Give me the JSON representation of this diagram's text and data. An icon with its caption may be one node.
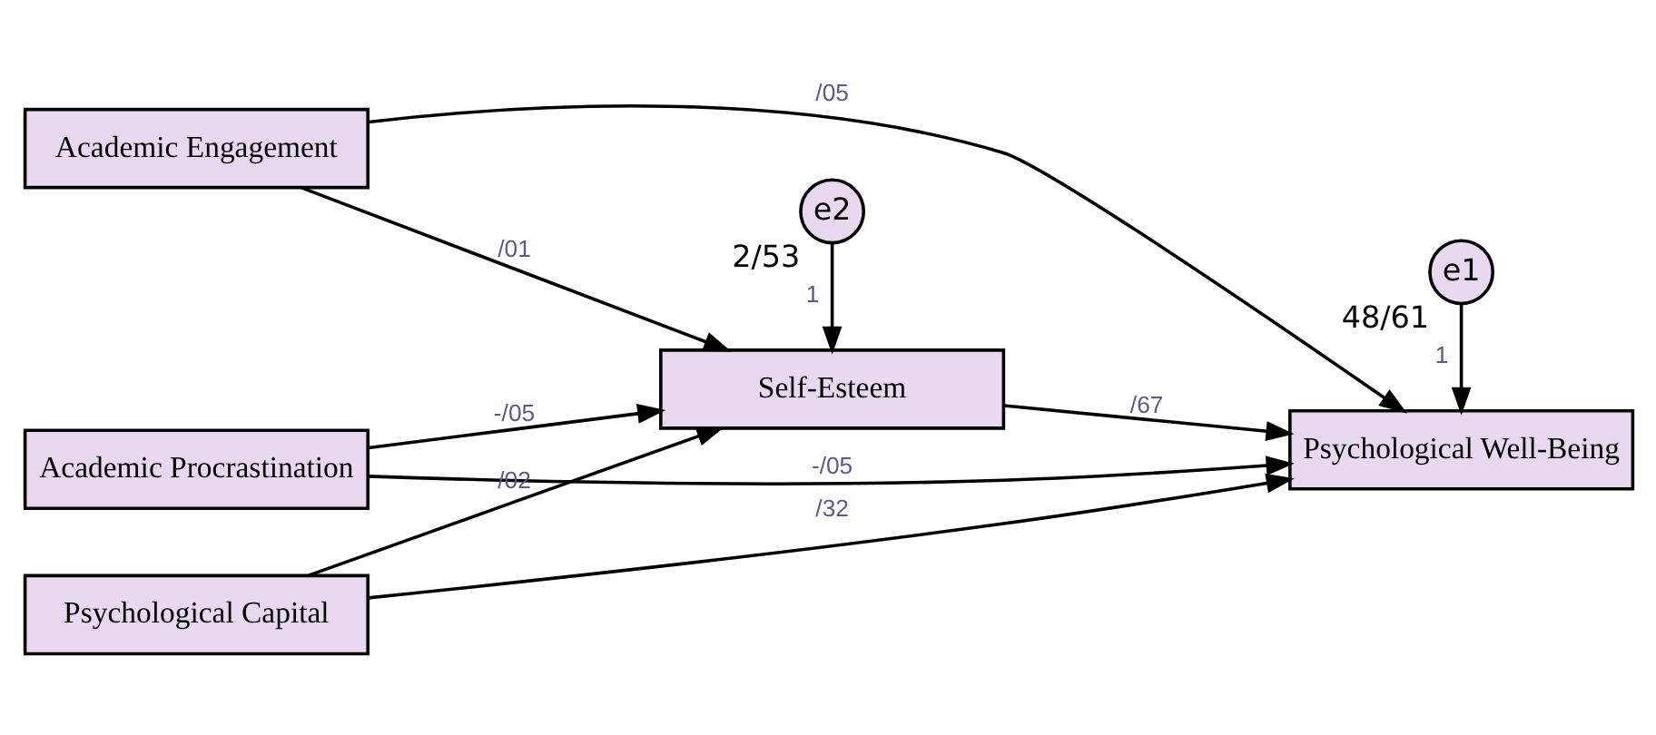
{
  "diagram": {
    "nodes": [
      {
        "text": [
          "Academic Engagement"
        ]
      },
      {
        "text": [
          "Academic Procrastination"
        ]
      },
      {
        "text": [
          "Psychological Capital"
        ]
      },
      {
        "text": [
          "e2"
        ],
        "beside": [
          "2/53"
        ]
      },
      {
        "text": [
          "Self-Esteem"
        ]
      },
      {
        "text": [
          "e1"
        ],
        "beside": [
          "48/61"
        ]
      },
      {
        "text": [
          "Psychological Well-Being"
        ]
      }
    ],
    "edges": [
      {
        "from": 3,
        "to": 4,
        "arrow": "to",
        "label": "1"
      },
      {
        "from": 0,
        "to": 4,
        "arrow": "to",
        "label": "/01"
      },
      {
        "from": 1,
        "to": 4,
        "arrow": "to",
        "label": "-/05"
      },
      {
        "from": 2,
        "to": 4,
        "arrow": "to",
        "label": "/02"
      },
      {
        "from": 0,
        "to": 6,
        "arrow": "to",
        "label": "/05"
      },
      {
        "from": 1,
        "to": 6,
        "arrow": "to",
        "label": "-/05"
      },
      {
        "from": 2,
        "to": 6,
        "arrow": "to",
        "label": "/32"
      },
      {
        "from": 4,
        "to": 6,
        "arrow": "to",
        "label": "/67"
      },
      {
        "from": 5,
        "to": 6,
        "arrow": "to",
        "label": "1"
      }
    ]
  }
}
